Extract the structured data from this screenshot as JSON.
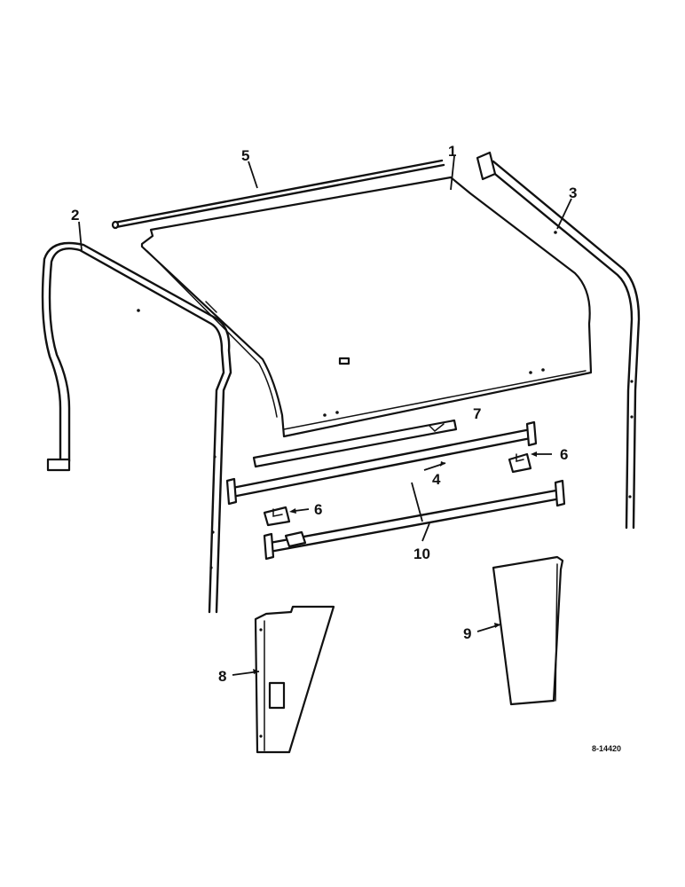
{
  "callouts": {
    "c1": "1",
    "c2": "2",
    "c3": "3",
    "c4": "4",
    "c5": "5",
    "c6a": "6",
    "c6b": "6",
    "c7": "7",
    "c8": "8",
    "c9": "9",
    "c10": "10"
  },
  "reference_number": "8-14420"
}
